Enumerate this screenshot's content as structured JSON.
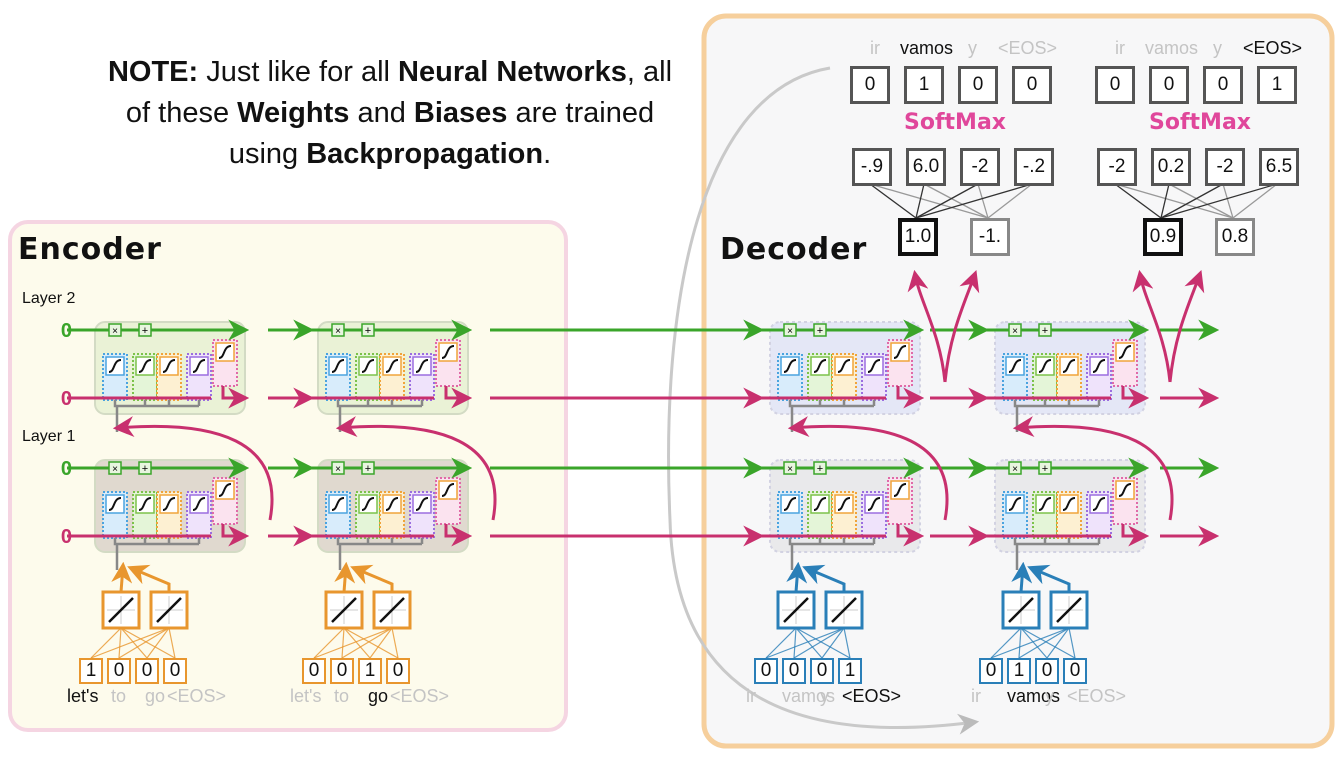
{
  "note": {
    "segments": [
      {
        "text": "NOTE:",
        "bold": true
      },
      {
        "text": " Just like for all ",
        "bold": false
      },
      {
        "text": "Neural Networks",
        "bold": true
      },
      {
        "text": ", all of these ",
        "bold": false
      },
      {
        "text": "Weights",
        "bold": true
      },
      {
        "text": " and ",
        "bold": false
      },
      {
        "text": "Biases",
        "bold": true
      },
      {
        "text": " are trained using ",
        "bold": false
      },
      {
        "text": "Backpropagation",
        "bold": true
      },
      {
        "text": ".",
        "bold": false
      }
    ]
  },
  "encoder": {
    "title": "Encoder",
    "layer2_label": "Layer 2",
    "layer1_label": "Layer 1",
    "initial_long_term": "0",
    "initial_short_term": "0",
    "steps": [
      {
        "input_vector": [
          "1",
          "0",
          "0",
          "0"
        ],
        "vocab": [
          "let's",
          "to",
          "go",
          "<EOS>"
        ],
        "active_index": 0
      },
      {
        "input_vector": [
          "0",
          "0",
          "1",
          "0"
        ],
        "vocab": [
          "let's",
          "to",
          "go",
          "<EOS>"
        ],
        "active_index": 2
      }
    ]
  },
  "decoder": {
    "title": "Decoder",
    "steps": [
      {
        "input_vector": [
          "0",
          "0",
          "0",
          "1"
        ],
        "input_vocab": [
          "ir",
          "vamos",
          "y",
          "<EOS>"
        ],
        "input_active_index": 3,
        "fc_outputs": [
          "1.0",
          "-1."
        ],
        "logits": [
          "-.9",
          "6.0",
          "-2",
          "-.2"
        ],
        "softmax_label": "SoftMax",
        "output_vector": [
          "0",
          "1",
          "0",
          "0"
        ],
        "output_vocab": [
          "ir",
          "vamos",
          "y",
          "<EOS>"
        ],
        "output_active_index": 1
      },
      {
        "input_vector": [
          "0",
          "1",
          "0",
          "0"
        ],
        "input_vocab": [
          "ir",
          "vamos",
          "y",
          "<EOS>"
        ],
        "input_active_index": 1,
        "fc_outputs": [
          "0.9",
          "0.8"
        ],
        "logits": [
          "-2",
          "0.2",
          "-2",
          "6.5"
        ],
        "softmax_label": "SoftMax",
        "output_vector": [
          "0",
          "0",
          "0",
          "1"
        ],
        "output_vocab": [
          "ir",
          "vamos",
          "y",
          "<EOS>"
        ],
        "output_active_index": 3
      }
    ]
  },
  "colors": {
    "long_term": "#3aa52a",
    "short_term": "#c8306e",
    "encoder_embed": "#e8962e",
    "decoder_embed": "#2a7fb8",
    "softmax": "#e0479b",
    "encoder_panel_bg": "#fdfbec",
    "encoder_panel_border": "#f5d5e2",
    "decoder_panel_bg": "#f7f7f8",
    "decoder_panel_border": "#f6cf9c"
  }
}
